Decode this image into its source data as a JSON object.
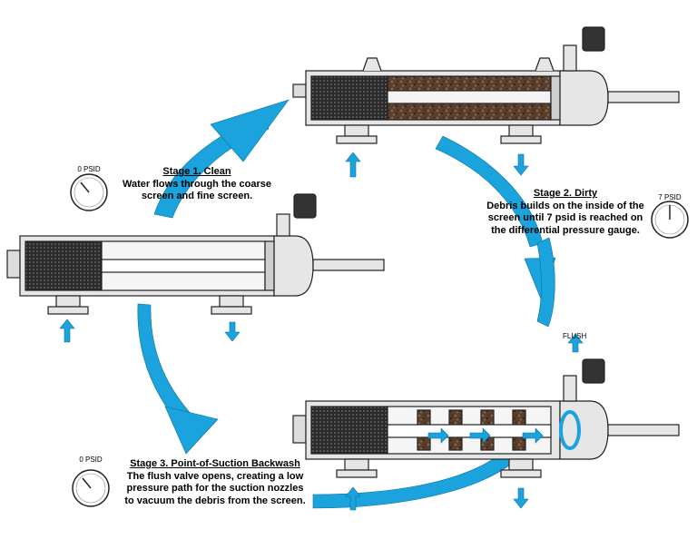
{
  "colors": {
    "arrow_blue": "#1aa3dc",
    "vessel_fill": "#e6e6e6",
    "vessel_stroke": "#222222",
    "debris": "#5a3f2c",
    "coarse_screen": "#333333"
  },
  "stage1": {
    "title": "Stage 1. Clean",
    "lines": [
      "Water flows through the coarse",
      "screen and fine screen."
    ],
    "gauge_label": "0 PSID",
    "gauge_value_psid": 0
  },
  "stage2": {
    "title": "Stage 2. Dirty",
    "lines": [
      "Debris builds on the inside of the",
      "screen until 7 psid is reached on",
      "the differential pressure gauge."
    ],
    "gauge_label": "7 PSID",
    "gauge_value_psid": 7
  },
  "stage3": {
    "title": "Stage 3. Point-of-Suction Backwash",
    "lines": [
      "The flush valve opens, creating a low",
      "pressure  path for the suction nozzles",
      "to vacuum the debris from the screen."
    ],
    "gauge_label": "0 PSID",
    "gauge_value_psid": 0,
    "flush_label": "FLUSH"
  }
}
